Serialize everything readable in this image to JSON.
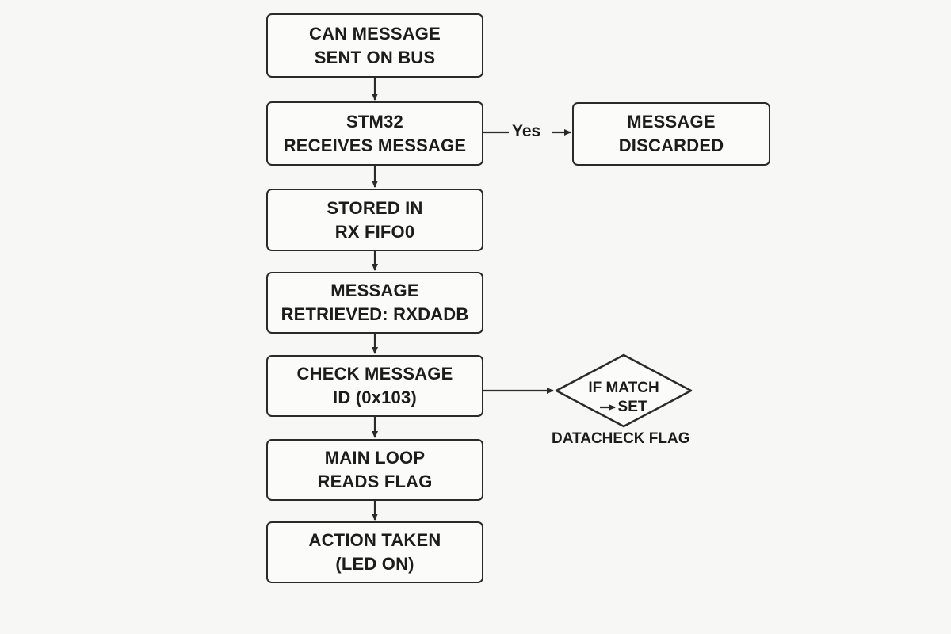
{
  "nodes": {
    "can_sent": {
      "line1": "CAN MESSAGE",
      "line2": "SENT ON BUS"
    },
    "stm32_receives": {
      "line1": "STM32",
      "line2": "RECEIVES MESSAGE"
    },
    "discarded": {
      "line1": "MESSAGE",
      "line2": "DISCARDED"
    },
    "stored": {
      "line1": "STORED IN",
      "line2": "RX FIFO0"
    },
    "retrieved": {
      "line1": "MESSAGE",
      "line2": "RETRIEVED: RXDADB"
    },
    "check_id": {
      "line1": "CHECK MESSAGE",
      "line2": "ID (0x103)"
    },
    "main_loop": {
      "line1": "MAIN LOOP",
      "line2": "READS FLAG"
    },
    "action": {
      "line1": "ACTION TAKEN",
      "line2": "(LED ON)"
    }
  },
  "decision": {
    "line1": "IF MATCH",
    "line2": "SET",
    "caption": "DATACHECK FLAG"
  },
  "edges": {
    "yes_label": "Yes"
  }
}
